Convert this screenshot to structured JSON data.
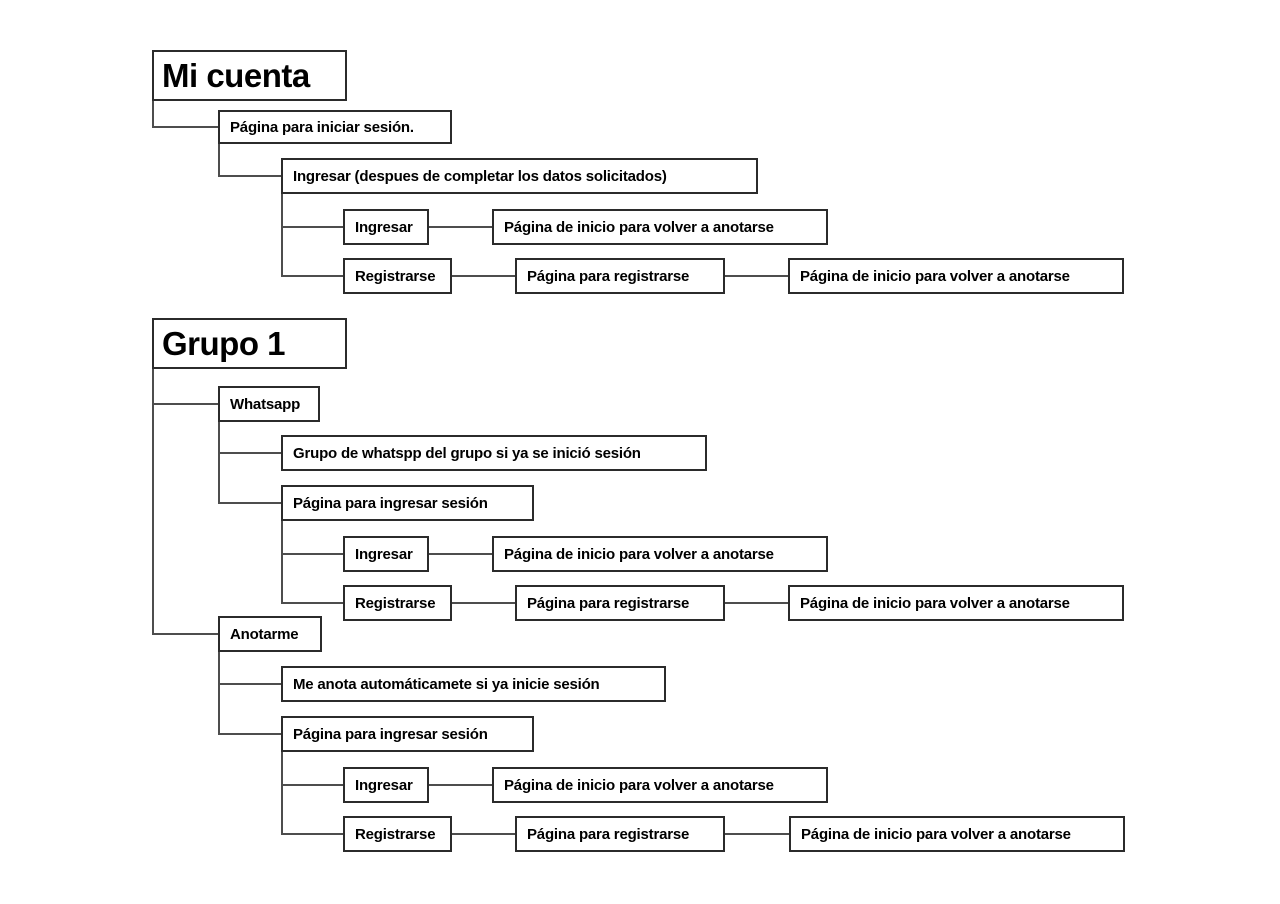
{
  "diagram": {
    "type": "sitemap-tree",
    "background": "#ffffff",
    "colors": {
      "box_border": "#2b2b2b",
      "box_background": "#ffffff",
      "connector_line": "#4d4d4d",
      "text": "#000000"
    },
    "trees": [
      {
        "title": "Mi cuenta",
        "children": [
          {
            "label": "Página para iniciar sesión.",
            "children": [
              {
                "label": "Ingresar (despues de completar los datos solicitados)",
                "children": [
                  {
                    "label": "Ingresar",
                    "chain": [
                      "Página de inicio para volver a anotarse"
                    ]
                  },
                  {
                    "label": "Registrarse",
                    "chain": [
                      "Página para registrarse",
                      "Página de inicio para volver a anotarse"
                    ]
                  }
                ]
              }
            ]
          }
        ]
      },
      {
        "title": "Grupo 1",
        "children": [
          {
            "label": "Whatsapp",
            "children": [
              {
                "label": "Grupo de whatspp del grupo si ya se inició sesión"
              },
              {
                "label": "Página para ingresar sesión",
                "children": [
                  {
                    "label": "Ingresar",
                    "chain": [
                      "Página de inicio para volver a anotarse"
                    ]
                  },
                  {
                    "label": "Registrarse",
                    "chain": [
                      "Página para registrarse",
                      "Página de inicio para volver a anotarse"
                    ]
                  }
                ]
              }
            ]
          },
          {
            "label": "Anotarme",
            "children": [
              {
                "label": "Me anota automáticamete si ya inicie sesión"
              },
              {
                "label": "Página para ingresar sesión",
                "children": [
                  {
                    "label": "Ingresar",
                    "chain": [
                      "Página de inicio para volver a anotarse"
                    ]
                  },
                  {
                    "label": "Registrarse",
                    "chain": [
                      "Página para registrarse",
                      "Página de inicio para volver a anotarse"
                    ]
                  }
                ]
              }
            ]
          }
        ]
      }
    ]
  }
}
